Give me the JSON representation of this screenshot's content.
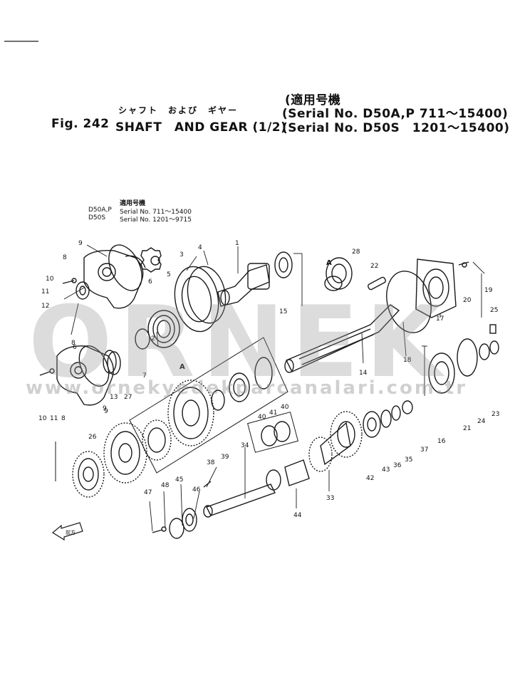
{
  "header": {
    "jp_subtitle": "シャフト　および　ギヤー",
    "fig_label": "Fig. 242",
    "fig_title": "SHAFT　AND GEAR (1/2)",
    "applicable_jp": "(適用号機",
    "serial_line_1": "(Serial No. D50A,P 711～15400)",
    "serial_line_2": "(Serial No. D50S　1201～15400)"
  },
  "inset_note": {
    "heading": "適用号機",
    "row1_model": "D50A,P",
    "row1_serial": "Serial No. 711～15400",
    "row2_model": "D50S",
    "row2_serial": "Serial No. 1201～9715"
  },
  "view_labels": {
    "view_a_1": "A",
    "view_a_2": "A"
  },
  "front_arrow_label": "前方",
  "watermark": {
    "brand": "ORNEK",
    "url": "www.ornekyedekparcanalari.com.tr"
  },
  "callouts": [
    {
      "text": "1"
    },
    {
      "text": "2"
    },
    {
      "text": "3"
    },
    {
      "text": "4"
    },
    {
      "text": "5"
    },
    {
      "text": "6"
    },
    {
      "text": "7"
    },
    {
      "text": "8"
    },
    {
      "text": "9"
    },
    {
      "text": "10"
    },
    {
      "text": "11"
    },
    {
      "text": "12"
    },
    {
      "text": "13"
    },
    {
      "text": "14"
    },
    {
      "text": "15"
    },
    {
      "text": "16"
    },
    {
      "text": "17"
    },
    {
      "text": "18"
    },
    {
      "text": "19"
    },
    {
      "text": "20"
    },
    {
      "text": "21"
    },
    {
      "text": "22"
    },
    {
      "text": "23"
    },
    {
      "text": "24"
    },
    {
      "text": "25"
    },
    {
      "text": "26"
    },
    {
      "text": "27"
    },
    {
      "text": "28"
    },
    {
      "text": "33"
    },
    {
      "text": "34"
    },
    {
      "text": "35"
    },
    {
      "text": "36"
    },
    {
      "text": "37"
    },
    {
      "text": "38"
    },
    {
      "text": "39"
    },
    {
      "text": "40"
    },
    {
      "text": "41"
    },
    {
      "text": "40"
    },
    {
      "text": "42"
    },
    {
      "text": "43"
    },
    {
      "text": "44"
    },
    {
      "text": "45"
    },
    {
      "text": "46"
    },
    {
      "text": "47"
    },
    {
      "text": "48"
    },
    {
      "text": "10"
    },
    {
      "text": "11"
    },
    {
      "text": "8"
    },
    {
      "text": "9"
    },
    {
      "text": "6"
    },
    {
      "text": "8"
    },
    {
      "text": "9"
    }
  ]
}
